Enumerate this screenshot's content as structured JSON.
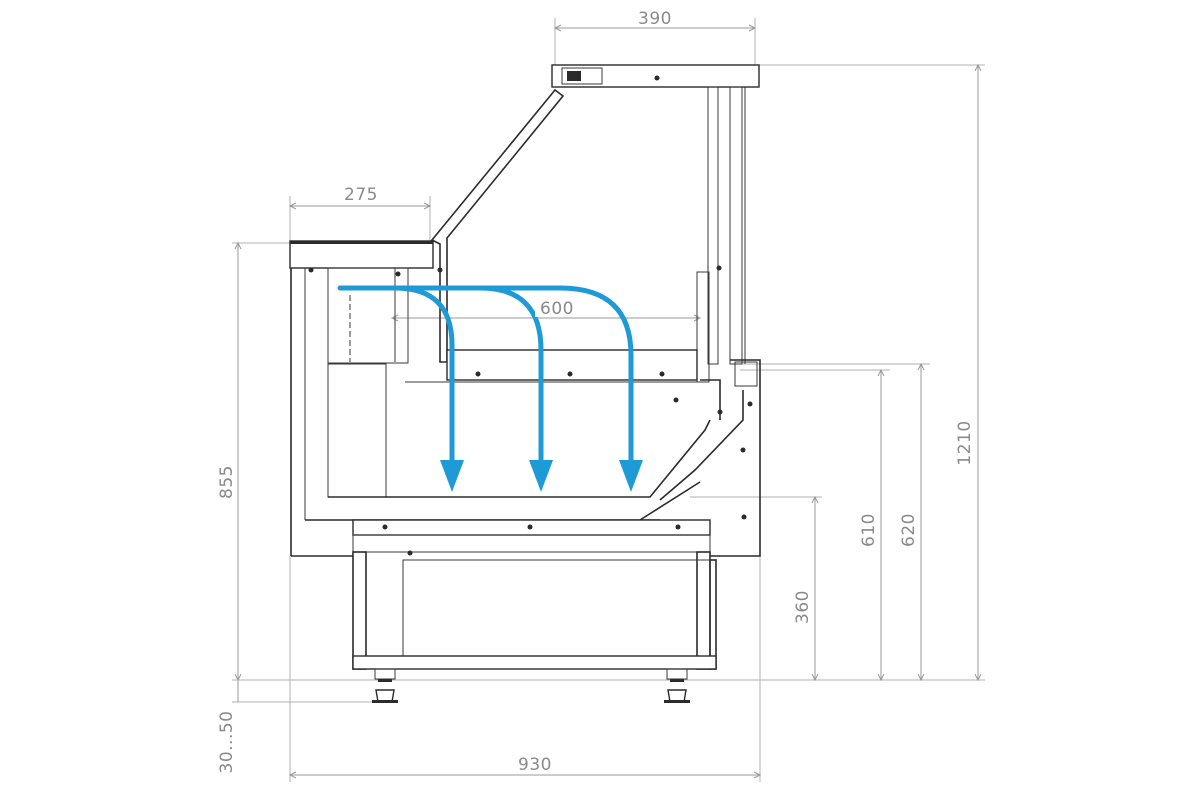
{
  "dimensions": {
    "top_depth": "390",
    "shelf_depth": "275",
    "inner_width": "600",
    "overall_height": "1210",
    "rear_height": "855",
    "working_height_front": "610",
    "working_height_back": "620",
    "base_height": "360",
    "leg_adjust": "30...50",
    "overall_depth": "930"
  },
  "colors": {
    "airflow": "#1e9ad6",
    "outline": "#2b2b2b",
    "dimension": "#8a8a8a"
  }
}
